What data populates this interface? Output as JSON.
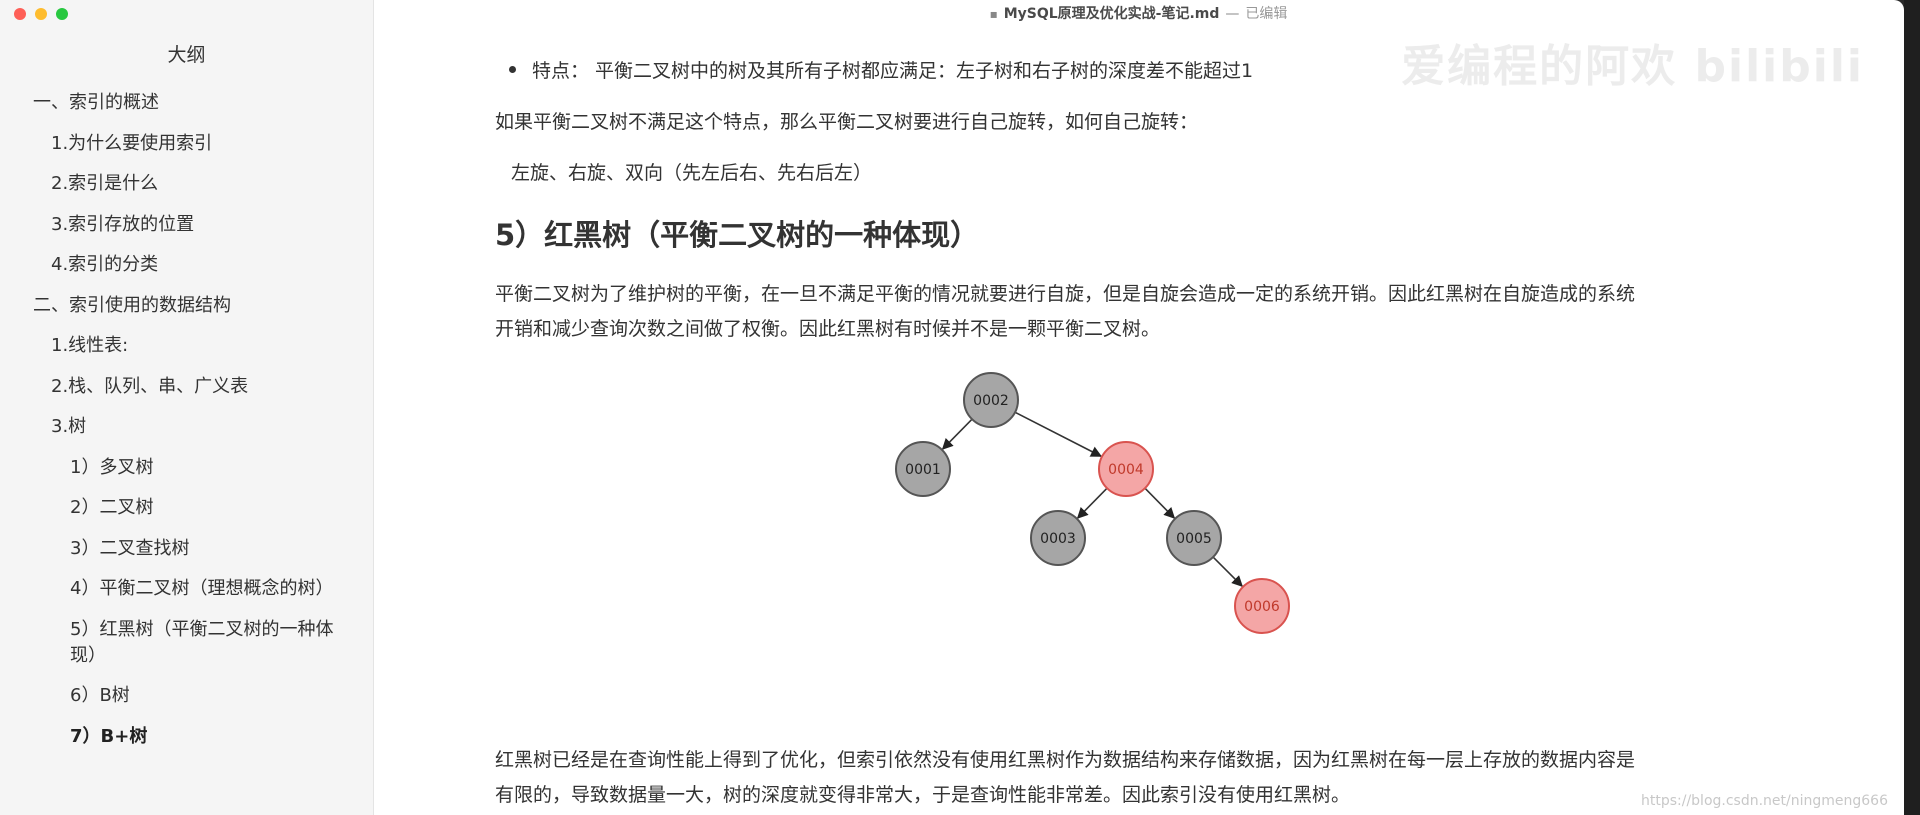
{
  "window": {
    "filename": "MySQL原理及优化实战-笔记.md",
    "separator": "—",
    "status": "已编辑"
  },
  "sidebar": {
    "title": "大纲",
    "items": [
      {
        "label": "一、索引的概述",
        "level": 1
      },
      {
        "label": "1.为什么要使用索引",
        "level": 2
      },
      {
        "label": "2.索引是什么",
        "level": 2
      },
      {
        "label": "3.索引存放的位置",
        "level": 2
      },
      {
        "label": "4.索引的分类",
        "level": 2
      },
      {
        "label": "二、索引使用的数据结构",
        "level": 1
      },
      {
        "label": "1.线性表:",
        "level": 2
      },
      {
        "label": "2.栈、队列、串、广义表",
        "level": 2
      },
      {
        "label": "3.树",
        "level": 2
      },
      {
        "label": "1）多叉树",
        "level": 3
      },
      {
        "label": "2）二叉树",
        "level": 3
      },
      {
        "label": "3）二叉查找树",
        "level": 3
      },
      {
        "label": "4）平衡二叉树（理想概念的树）",
        "level": 3
      },
      {
        "label": "5）红黑树（平衡二叉树的一种体现）",
        "level": 3
      },
      {
        "label": "6）B树",
        "level": 3
      },
      {
        "label": "7）B+树",
        "level": 3,
        "active": true
      }
    ]
  },
  "content": {
    "bullet": "特点： 平衡二叉树中的树及其所有子树都应满足：左子树和右子树的深度差不能超过1",
    "para1": "如果平衡二叉树不满足这个特点，那么平衡二叉树要进行自己旋转，如何自己旋转：",
    "para2": "左旋、右旋、双向（先左后右、先右后左）",
    "heading": "5）红黑树（平衡二叉树的一种体现）",
    "para3_line1": "平衡二叉树为了维护树的平衡，在一旦不满足平衡的情况就要进行自旋，但是自旋会造成一定的系统开销。因此红黑树在自旋造成的系统",
    "para3_line2": "开销和减少查询次数之间做了权衡。因此红黑树有时候并不是一颗平衡二叉树。",
    "para4_line1": "红黑树已经是在查询性能上得到了优化，但索引依然没有使用红黑树作为数据结构来存储数据，因为红黑树在每一层上存放的数据内容是",
    "para4_line2": "有限的，导致数据量一大，树的深度就变得非常大，于是查询性能非常差。因此索引没有使用红黑树。"
  },
  "tree": {
    "nodes": [
      {
        "id": "n2",
        "label": "0002",
        "color": "black"
      },
      {
        "id": "n1",
        "label": "0001",
        "color": "black"
      },
      {
        "id": "n4",
        "label": "0004",
        "color": "red"
      },
      {
        "id": "n3",
        "label": "0003",
        "color": "black"
      },
      {
        "id": "n5",
        "label": "0005",
        "color": "black"
      },
      {
        "id": "n6",
        "label": "0006",
        "color": "red"
      }
    ],
    "edges": [
      {
        "from": "n2",
        "to": "n1"
      },
      {
        "from": "n2",
        "to": "n4"
      },
      {
        "from": "n4",
        "to": "n3"
      },
      {
        "from": "n4",
        "to": "n5"
      },
      {
        "from": "n5",
        "to": "n6"
      }
    ],
    "colors": {
      "black_fill": "#a6a6a6",
      "black_stroke": "#555555",
      "red_fill": "#f4a6a6",
      "red_stroke": "#d9534f"
    }
  },
  "watermark": "爱编程的阿欢 bilibili",
  "footer_link": "https://blog.csdn.net/ningmeng666"
}
